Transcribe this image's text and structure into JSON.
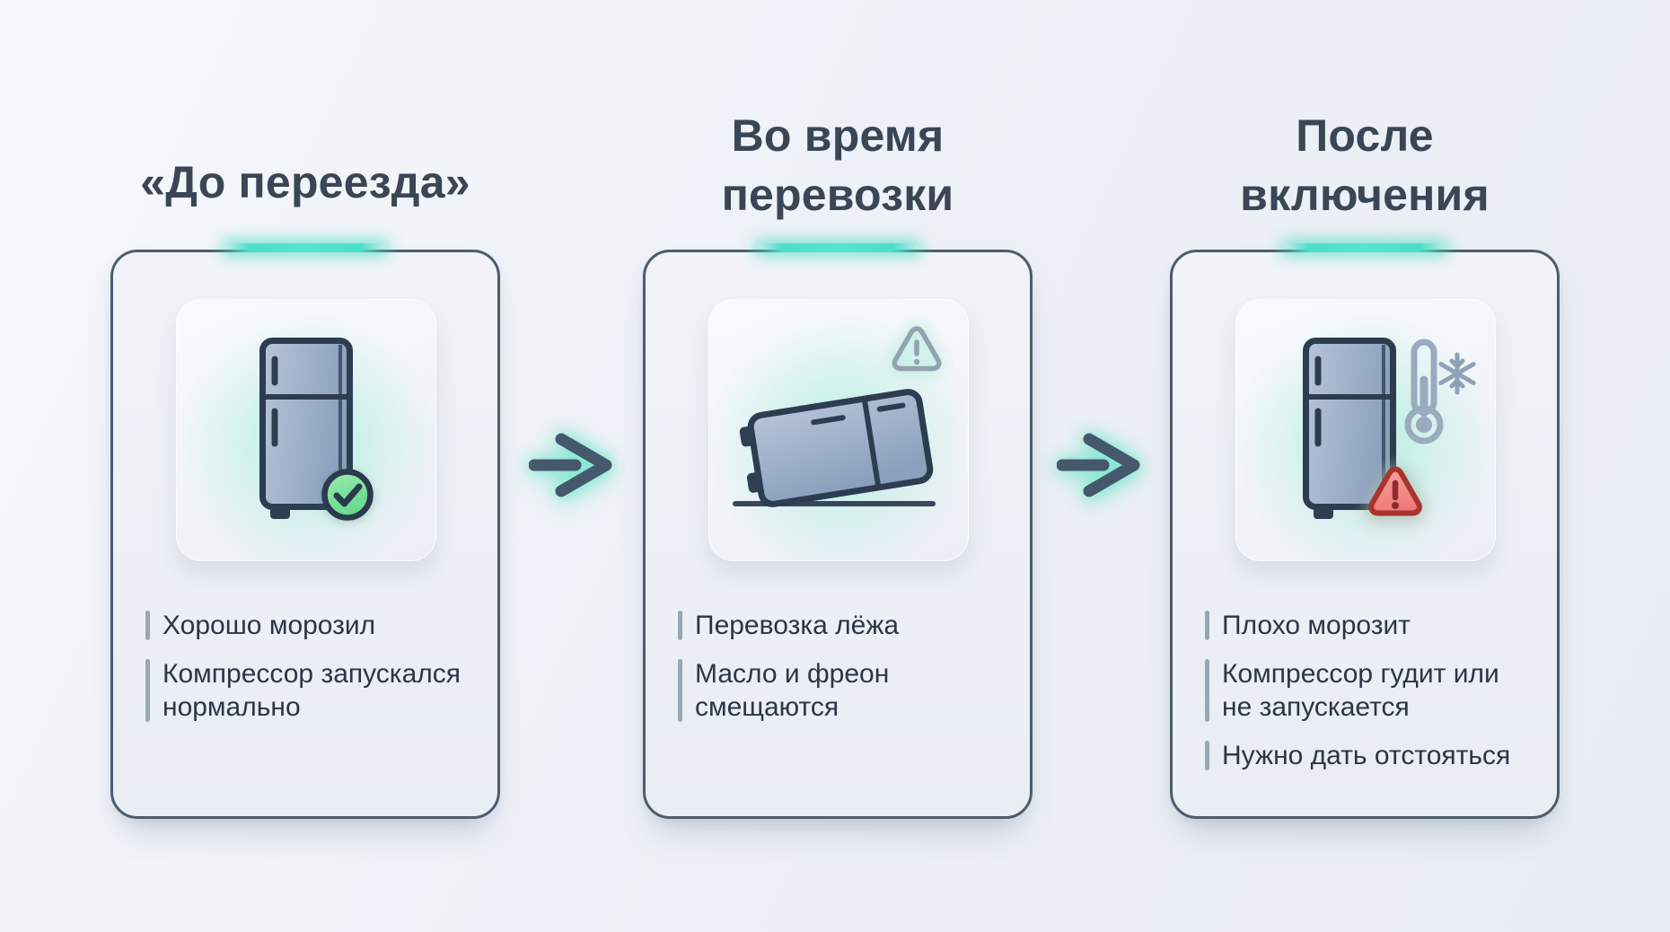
{
  "meta": {
    "type": "process-infographic",
    "language": "ru",
    "subject": "перевозка холодильника"
  },
  "colors": {
    "accent_teal": "#4bdfc5",
    "card_border_slate": "#4d5c6c",
    "title_text": "#3a4656",
    "body_text": "#2b3645",
    "bullet_bar": "#98a6b9",
    "arrow_slate": "#45586c",
    "ok_green": "#7de09c",
    "warning_gray": "#93a2b0",
    "alert_red_fill": "#f08884",
    "alert_red_border": "#a8342f",
    "fridge_blue_gray": "#8ba0bd"
  },
  "columns": [
    {
      "id": "before-move",
      "title_lines": [
        "«До переезда»"
      ],
      "icon": "fridge-upright-with-check",
      "bullets": [
        {
          "lines": [
            "Хорошо морозил"
          ]
        },
        {
          "lines": [
            "Компрессор запускался",
            "нормально"
          ]
        }
      ]
    },
    {
      "id": "during-transport",
      "title_lines": [
        "Во время",
        "перевозки"
      ],
      "icon": "fridge-lying-with-warning",
      "bullets": [
        {
          "lines": [
            "Перевозка лёжа"
          ]
        },
        {
          "lines": [
            "Масло и фреон",
            "смещаются"
          ]
        }
      ]
    },
    {
      "id": "after-power-on",
      "title_lines": [
        "После",
        "включения"
      ],
      "icon": "fridge-with-thermometer-and-alert",
      "bullets": [
        {
          "lines": [
            "Плохо морозит"
          ]
        },
        {
          "lines": [
            "Компрессор гудит или",
            "не запускается"
          ]
        },
        {
          "lines": [
            "Нужно дать отстояться"
          ]
        }
      ]
    }
  ],
  "arrows": [
    {
      "direction": "right"
    },
    {
      "direction": "right"
    }
  ]
}
